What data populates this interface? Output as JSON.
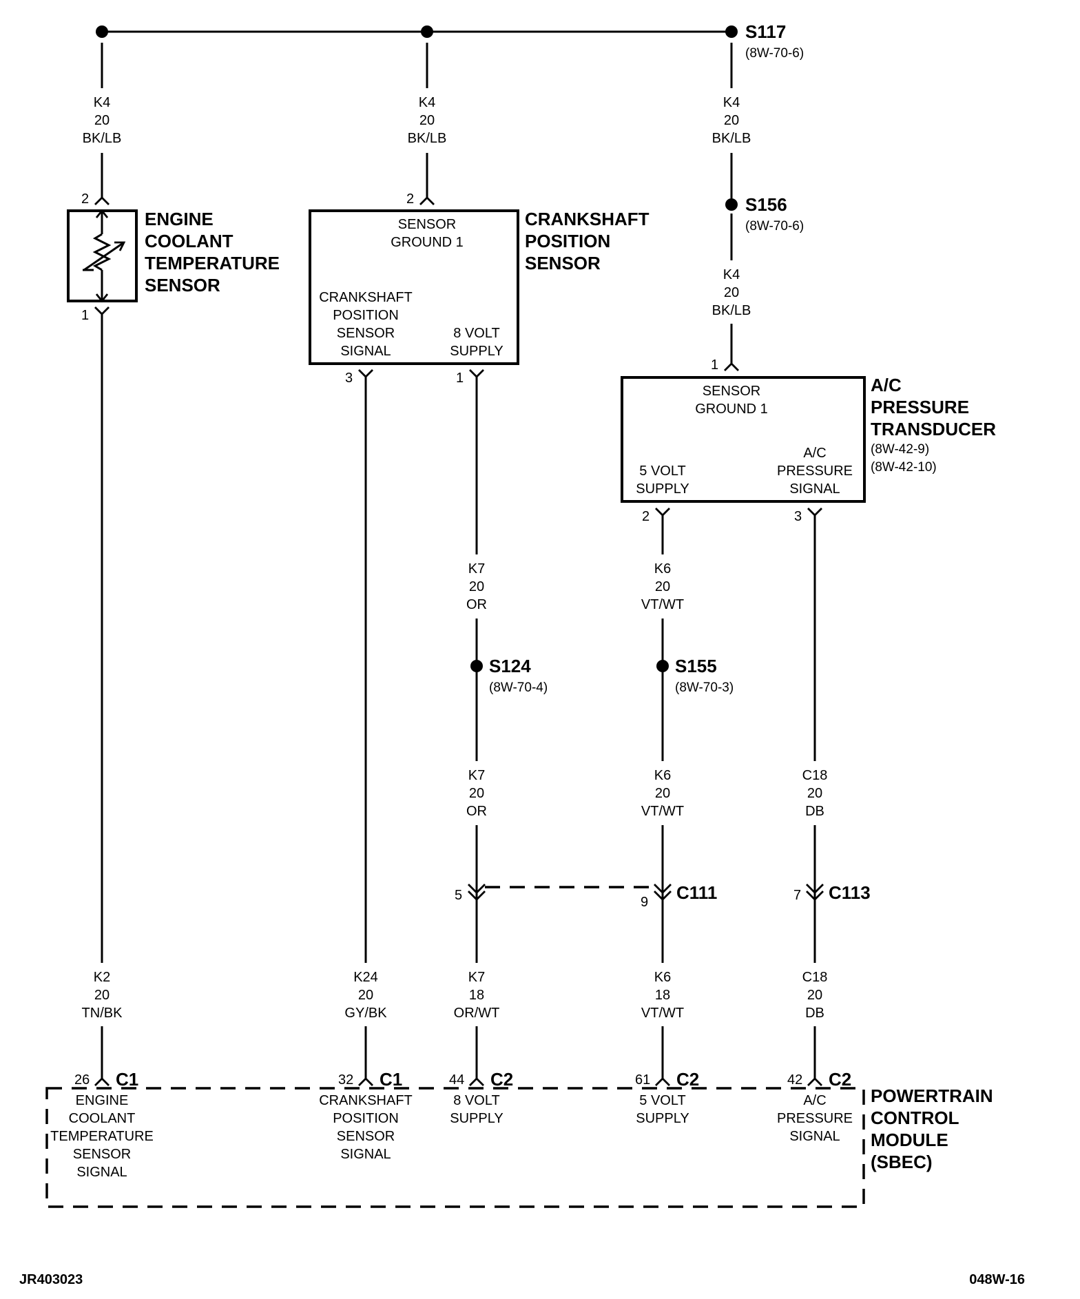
{
  "components": {
    "ect": {
      "title": [
        "ENGINE",
        "COOLANT",
        "TEMPERATURE",
        "SENSOR"
      ],
      "pin_top": "2",
      "pin_bottom": "1"
    },
    "ckp": {
      "title": [
        "CRANKSHAFT",
        "POSITION",
        "SENSOR"
      ],
      "inner_ground": [
        "SENSOR",
        "GROUND 1"
      ],
      "inner_signal": [
        "CRANKSHAFT",
        "POSITION",
        "SENSOR",
        "SIGNAL"
      ],
      "inner_supply": [
        "8 VOLT",
        "SUPPLY"
      ],
      "pin_top": "2",
      "pin_signal": "3",
      "pin_supply": "1"
    },
    "acp": {
      "title": [
        "A/C",
        "PRESSURE",
        "TRANSDUCER"
      ],
      "refs": [
        "(8W-42-9)",
        "(8W-42-10)"
      ],
      "inner_ground": [
        "SENSOR",
        "GROUND 1"
      ],
      "inner_supply": [
        "5 VOLT",
        "SUPPLY"
      ],
      "inner_signal": [
        "A/C",
        "PRESSURE",
        "SIGNAL"
      ],
      "pin_top": "1",
      "pin_supply": "2",
      "pin_signal": "3"
    },
    "pcm": {
      "title": [
        "POWERTRAIN",
        "CONTROL",
        "MODULE",
        "(SBEC)"
      ],
      "inputs": [
        {
          "pin": "26",
          "conn": "C1",
          "label": [
            "ENGINE",
            "COOLANT",
            "TEMPERATURE",
            "SENSOR",
            "SIGNAL"
          ]
        },
        {
          "pin": "32",
          "conn": "C1",
          "label": [
            "CRANKSHAFT",
            "POSITION",
            "SENSOR",
            "SIGNAL"
          ]
        },
        {
          "pin": "44",
          "conn": "C2",
          "label": [
            "8 VOLT",
            "SUPPLY"
          ]
        },
        {
          "pin": "61",
          "conn": "C2",
          "label": [
            "5 VOLT",
            "SUPPLY"
          ]
        },
        {
          "pin": "42",
          "conn": "C2",
          "label": [
            "A/C",
            "PRESSURE",
            "SIGNAL"
          ]
        }
      ]
    }
  },
  "splices": {
    "s117": {
      "name": "S117",
      "ref": "(8W-70-6)"
    },
    "s156": {
      "name": "S156",
      "ref": "(8W-70-6)"
    },
    "s124": {
      "name": "S124",
      "ref": "(8W-70-4)"
    },
    "s155": {
      "name": "S155",
      "ref": "(8W-70-3)"
    }
  },
  "connectors": {
    "c111": {
      "name": "C111",
      "pin_a": "5",
      "pin_b": "9"
    },
    "c113": {
      "name": "C113",
      "pin": "7"
    }
  },
  "wires": {
    "k4_ect": [
      "K4",
      "20",
      "BK/LB"
    ],
    "k4_ckp": [
      "K4",
      "20",
      "BK/LB"
    ],
    "k4_s117": [
      "K4",
      "20",
      "BK/LB"
    ],
    "k4_s156": [
      "K4",
      "20",
      "BK/LB"
    ],
    "k7_top": [
      "K7",
      "20",
      "OR"
    ],
    "k7_mid": [
      "K7",
      "20",
      "OR"
    ],
    "k6_top": [
      "K6",
      "20",
      "VT/WT"
    ],
    "k6_mid": [
      "K6",
      "20",
      "VT/WT"
    ],
    "c18_mid": [
      "C18",
      "20",
      "DB"
    ],
    "k2_bot": [
      "K2",
      "20",
      "TN/BK"
    ],
    "k24_bot": [
      "K24",
      "20",
      "GY/BK"
    ],
    "k7_bot": [
      "K7",
      "18",
      "OR/WT"
    ],
    "k6_bot": [
      "K6",
      "18",
      "VT/WT"
    ],
    "c18_bot": [
      "C18",
      "20",
      "DB"
    ]
  },
  "footer": {
    "left": "JR403023",
    "right": "048W-16"
  }
}
